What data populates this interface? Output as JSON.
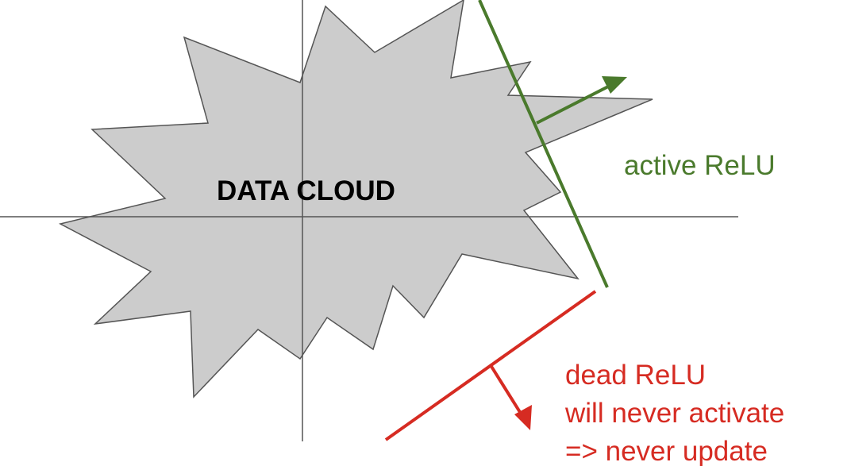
{
  "labels": {
    "cloud": "DATA CLOUD",
    "active": "active ReLU",
    "dead_line1": "dead ReLU",
    "dead_line2": "will never activate",
    "dead_line3": "=> never update"
  },
  "colors": {
    "cloud_fill": "#cccccc",
    "cloud_stroke": "#555555",
    "axes": "#555555",
    "active": "#4a7a2c",
    "dead": "#d62b22"
  }
}
